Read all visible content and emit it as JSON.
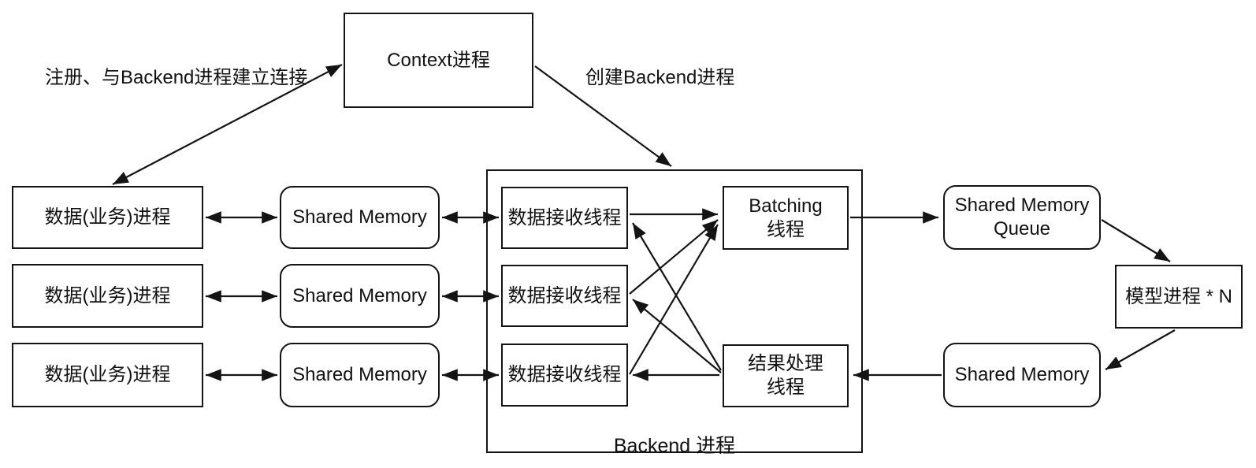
{
  "colors": {
    "line": "#141414",
    "background": "#ffffff",
    "text": "#111111"
  },
  "labels": {
    "register_arrow": "注册、与Backend进程建立连接",
    "create_backend_arrow": "创建Backend进程",
    "backend_container": "Backend 进程"
  },
  "nodes": {
    "context": "Context进程",
    "batching": "Batching\n线程",
    "result_handler": "结果处理\n线程",
    "shared_memory_queue": "Shared Memory\nQueue",
    "model_process": "模型进程 * N",
    "shared_memory_out": "Shared Memory"
  },
  "rows": [
    {
      "data_process": "数据(业务)进程",
      "shared_memory": "Shared Memory",
      "receive_thread": "数据接收线程"
    },
    {
      "data_process": "数据(业务)进程",
      "shared_memory": "Shared Memory",
      "receive_thread": "数据接收线程"
    },
    {
      "data_process": "数据(业务)进程",
      "shared_memory": "Shared Memory",
      "receive_thread": "数据接收线程"
    }
  ]
}
